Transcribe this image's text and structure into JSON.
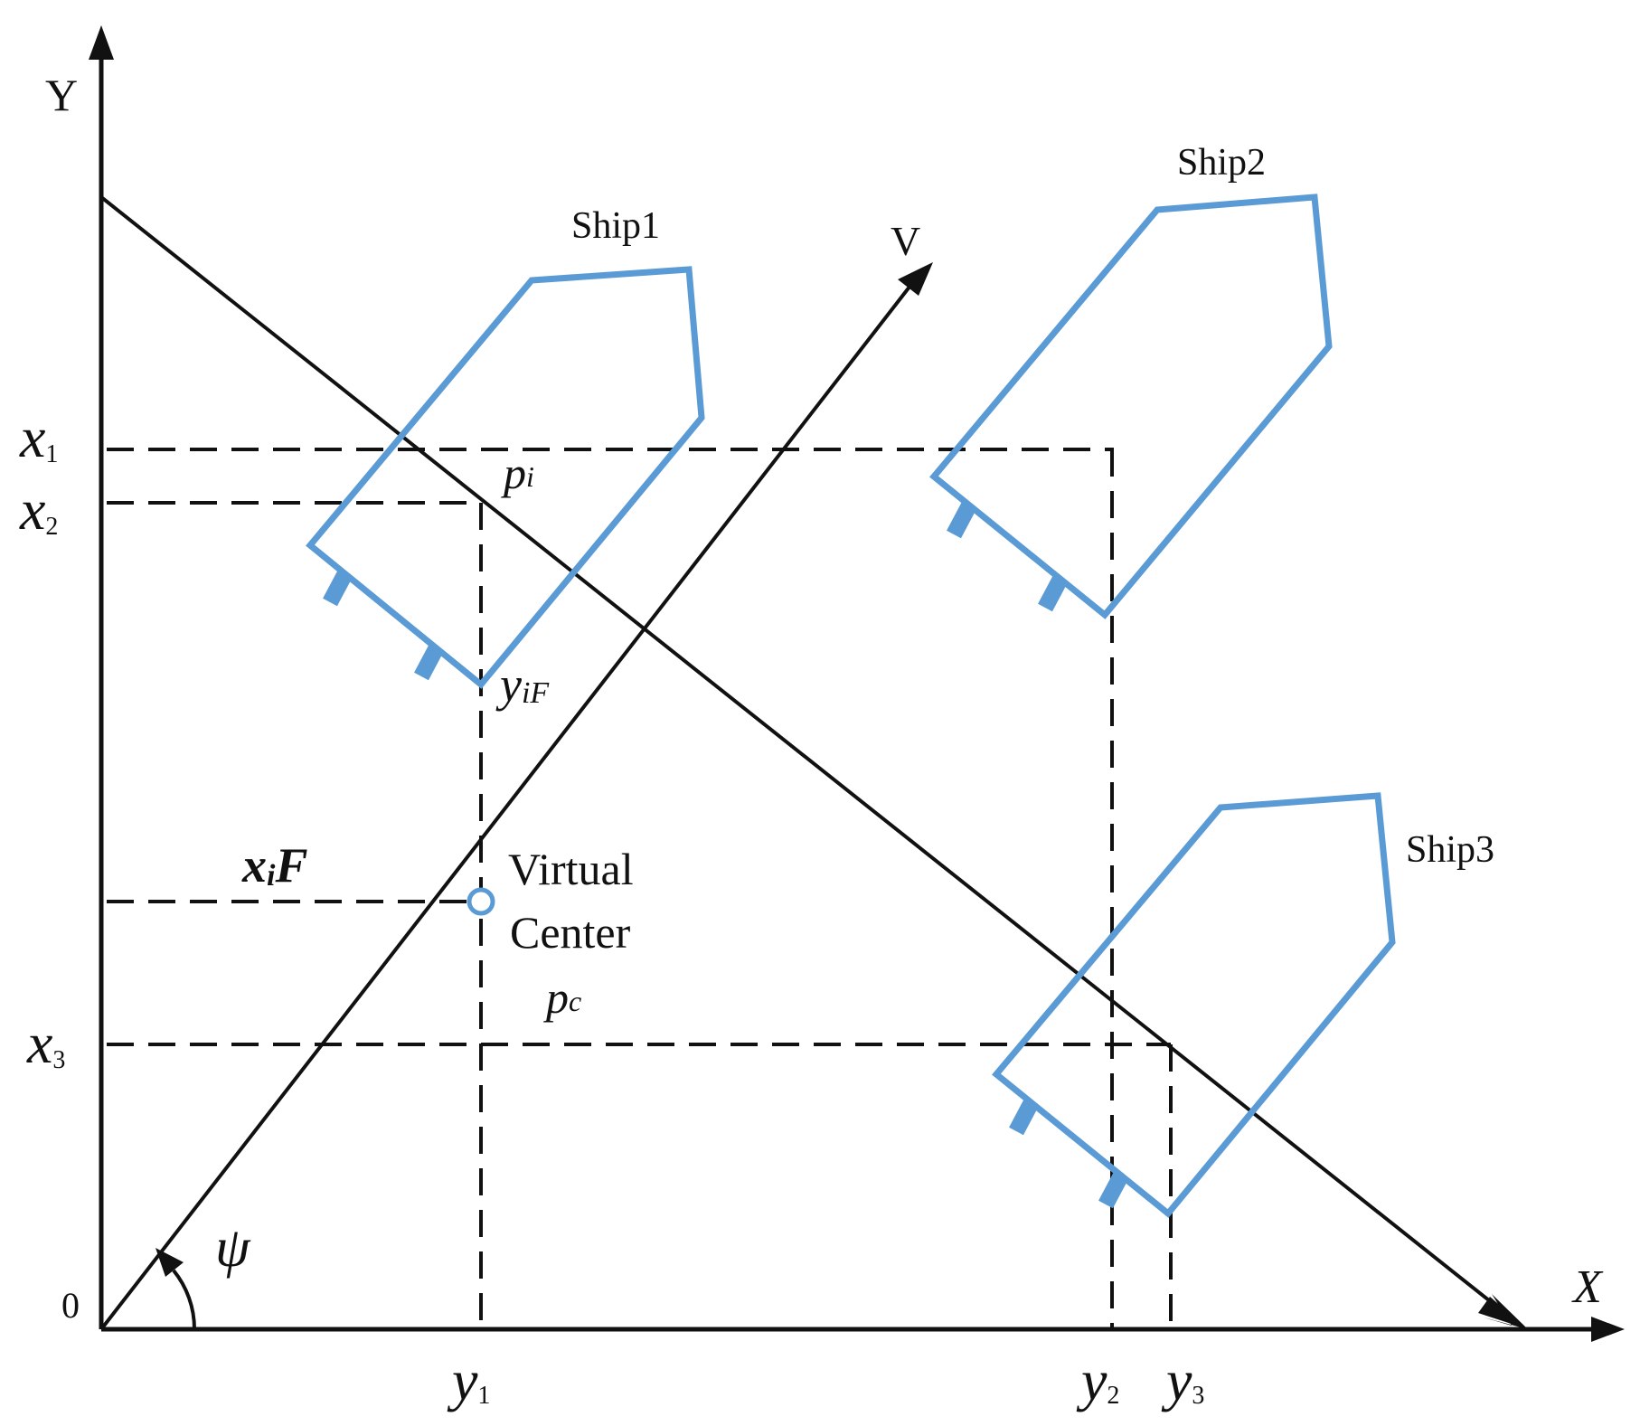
{
  "colors": {
    "ink": "#111111",
    "ship": "#5b9bd5"
  },
  "axes": {
    "y_label": "Y",
    "x_label": "X",
    "origin_label": "0"
  },
  "vectors": {
    "velocity_label": "V",
    "heading_angle": "ψ"
  },
  "ships": [
    {
      "label": "Ship1"
    },
    {
      "label": "Ship2"
    },
    {
      "label": "Ship3"
    }
  ],
  "virtual_center": {
    "line1": "Virtual",
    "line2": "Center"
  },
  "symbols": {
    "x1": {
      "base": "x",
      "sub": "1"
    },
    "x2": {
      "base": "x",
      "sub": "2"
    },
    "x3": {
      "base": "x",
      "sub": "3"
    },
    "y1": {
      "base": "y",
      "sub": "1"
    },
    "y2": {
      "base": "y",
      "sub": "2"
    },
    "y3": {
      "base": "y",
      "sub": "3"
    },
    "pi": {
      "base": "p",
      "sub": "i"
    },
    "pc": {
      "base": "p",
      "sub": "c"
    },
    "yiF": {
      "base": "y",
      "sub": "iF"
    },
    "xiF": {
      "base": "x",
      "sub": "i",
      "tail": "F"
    }
  }
}
